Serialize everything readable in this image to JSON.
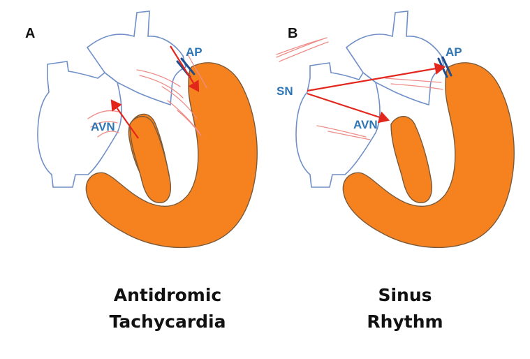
{
  "colors": {
    "ventricle_fill": "#F5821F",
    "ventricle_stroke": "#7a5a3a",
    "outline": "#6F8FC7",
    "arrow_red": "#E3261C",
    "faint_red": "#EE8D88",
    "label_blue": "#2E75B6",
    "ap_marker": "#1F4E8C"
  },
  "panels": [
    {
      "letter": "A",
      "labels": {
        "avn": "AVN",
        "ap": "AP"
      },
      "caption": {
        "line1": "Antidromic",
        "line2": "Tachycardia"
      }
    },
    {
      "letter": "B",
      "labels": {
        "sn": "SN",
        "avn": "AVN",
        "ap": "AP"
      },
      "caption": {
        "line1": "Sinus",
        "line2": "Rhythm"
      }
    }
  ]
}
